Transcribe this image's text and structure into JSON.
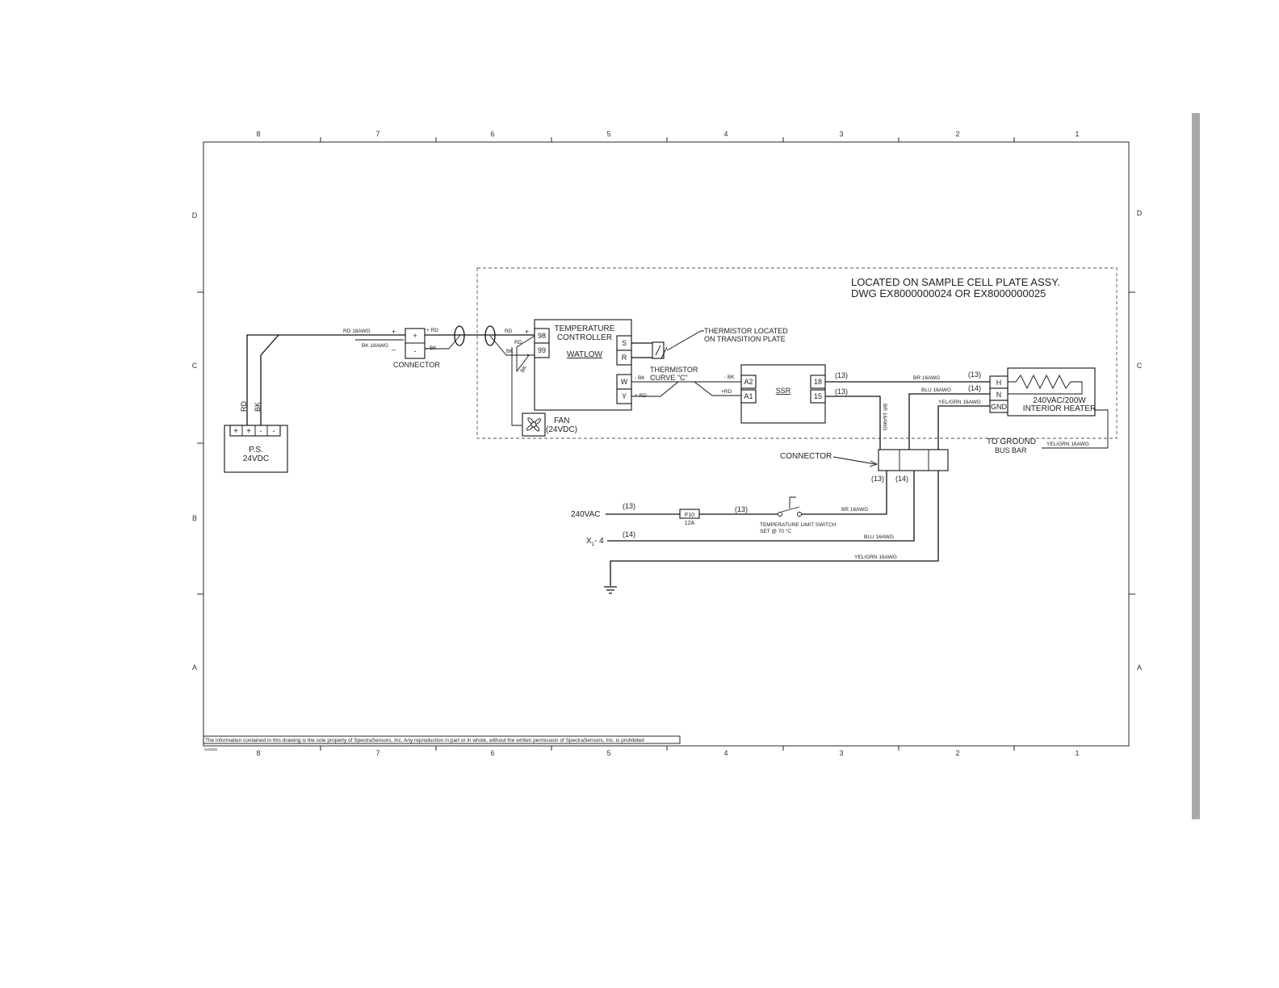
{
  "frame": {
    "columns": [
      "8",
      "7",
      "6",
      "5",
      "4",
      "3",
      "2",
      "1"
    ],
    "rows": [
      "D",
      "C",
      "B",
      "A"
    ]
  },
  "notes": {
    "location_line1": "LOCATED ON SAMPLE CELL PLATE ASSY.",
    "location_line2": "DWG EX8000000024 OR EX8000000025",
    "footer": "The information contained in this drawing is the sole property of SpectraSensors, Inc. Any reproduction in part or in whole, without the written permission of SpectraSensors, Inc. is prohibited",
    "footer_small": "SA0202"
  },
  "power_supply": {
    "terminals": [
      "+",
      "+",
      "-",
      "-"
    ],
    "label1": "P.S.",
    "label2": "24VDC",
    "wire_rd": "RD",
    "wire_bk": "BK"
  },
  "connector1": {
    "label": "CONNECTOR",
    "plus": "+",
    "minus": "-",
    "wire_in_rd": "RD 18AWG",
    "wire_in_bk": "BK 18AWG",
    "sign_in_plus": "+",
    "sign_in_minus": "_",
    "wire_out_rd": "+ RD",
    "wire_out_bk": "- BK"
  },
  "controller": {
    "title1": "TEMPERATURE",
    "title2": "CONTROLLER",
    "brand": "WATLOW",
    "term_98": "98",
    "term_99": "99",
    "term_s": "S",
    "term_r": "R",
    "term_w": "W",
    "term_y": "Y",
    "in_rd": "RD",
    "in_plus": "+",
    "in_bk": "BK",
    "in_minus": "-",
    "sub_rd": "RD",
    "sub_bk": "BK",
    "out_w": "- BK",
    "out_y": "+ RD"
  },
  "fan": {
    "label1": "FAN",
    "label2": "(24VDC)"
  },
  "thermistor": {
    "note1": "THERMISTOR LOCATED",
    "note2": "ON TRANSITION PLATE",
    "curve1": "THERMISTOR",
    "curve2": "CURVE \"C\""
  },
  "ssr": {
    "label": "SSR",
    "a2": "A2",
    "a1": "A1",
    "t18": "18",
    "t15": "15",
    "in_a2": "- BK",
    "in_a1": "+RD"
  },
  "heater": {
    "label1": "240VAC/200W",
    "label2": "INTERIOR HEATER",
    "h": "H",
    "n": "N",
    "gnd": "GND"
  },
  "wires": {
    "w13": "(13)",
    "w14": "(14)",
    "br": "BR 16AWG",
    "blu": "BLU 16AWG",
    "yel": "YEL/GRN 16AWG",
    "vert_br": "BR 16AWG"
  },
  "ground_bus": {
    "label1": "TO GROUND",
    "label2": "BUS BAR",
    "wire": "YEL/GRN 16AWG"
  },
  "connector2": {
    "label": "CONNECTOR",
    "w13": "(13)",
    "w14": "(14)"
  },
  "supply": {
    "ac": "240VAC",
    "w13a": "(13)",
    "fuse": "F10",
    "fuse_rating": "12A",
    "w13b": "(13)",
    "switch1": "TEMPERATURE LIMIT SWITCH",
    "switch2": "SET @ 70 °C",
    "br": "BR 16AWG",
    "x_pre": "X",
    "x_sub": "1",
    "x_post": "- 4",
    "w14": "(14)",
    "blu": "BLU 16AWG",
    "yel": "YEL/GRN 16AWG"
  }
}
